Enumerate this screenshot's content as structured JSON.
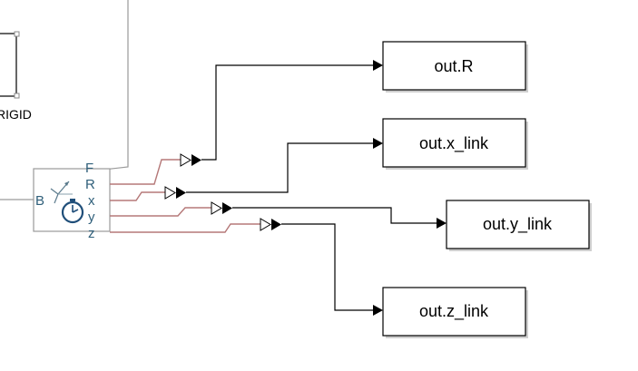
{
  "left_block": {
    "label": "RIGID"
  },
  "sensor": {
    "left_port": "B",
    "ports": [
      "F",
      "R",
      "x",
      "y",
      "z"
    ]
  },
  "outputs": [
    {
      "label": "out.R"
    },
    {
      "label": "out.x_link"
    },
    {
      "label": "out.y_link"
    },
    {
      "label": "out.z_link"
    }
  ],
  "colors": {
    "signal": "#000000",
    "physical_line": "#b57878",
    "connection": "#9a9a9a",
    "sensor_port_text": "#2f5f7a"
  }
}
